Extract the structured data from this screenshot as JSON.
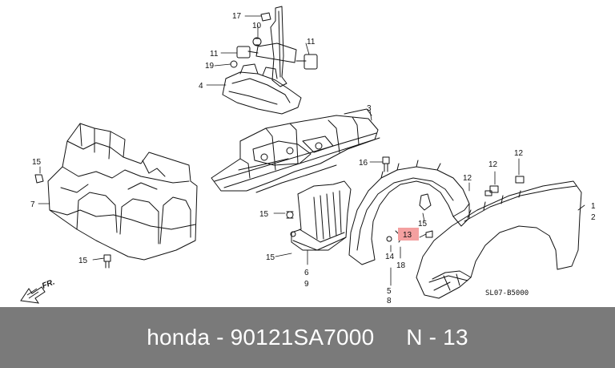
{
  "diagram": {
    "callouts": {
      "c1": "1",
      "c2": "2",
      "c3": "3",
      "c4": "4",
      "c5": "5",
      "c6": "6",
      "c7": "7",
      "c8": "8",
      "c9": "9",
      "c10": "10",
      "c11a": "11",
      "c11b": "11",
      "c12a": "12",
      "c12b": "12",
      "c12c": "12",
      "c13": "13",
      "c14": "14",
      "c15a": "15",
      "c15b": "15",
      "c15c": "15",
      "c15d": "15",
      "c15e": "15",
      "c16": "16",
      "c17": "17",
      "c18": "18",
      "c19": "19"
    },
    "direction_label": "FR.",
    "drawing_code": "SL07-B5000",
    "highlight_color": "#f4a0a0"
  },
  "footer": {
    "brand": "honda",
    "separator": "-",
    "part_number": "90121SA7000",
    "ref_label": "N",
    "ref_number": "13",
    "background": "#7a7a7a"
  }
}
